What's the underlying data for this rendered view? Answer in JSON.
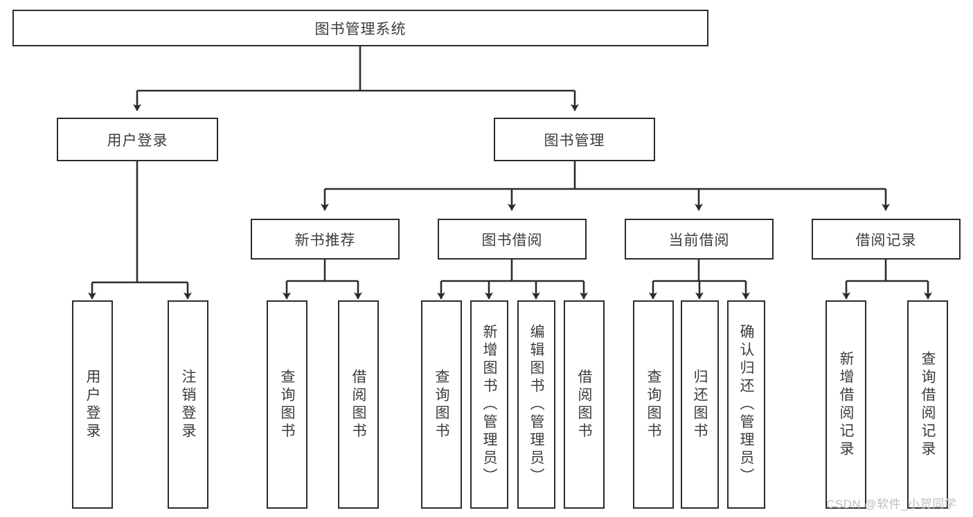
{
  "diagram": {
    "type": "tree-hierarchy",
    "title": "图书管理系统",
    "watermark": "CSDN @软件_小贺同学",
    "colors": {
      "box_border": "#2b2b2b",
      "box_fill": "#ffffff",
      "connector": "#2b2b2b",
      "text": "#3c3c3c",
      "watermark": "#bdbdbd"
    },
    "nodes": {
      "root": {
        "label": "图书管理系统",
        "level": 0,
        "orientation": "horizontal"
      },
      "user_login": {
        "label": "用户登录",
        "level": 1,
        "orientation": "horizontal"
      },
      "book_manage": {
        "label": "图书管理",
        "level": 1,
        "orientation": "horizontal"
      },
      "new_book_rec": {
        "label": "新书推荐",
        "level": 2,
        "orientation": "horizontal"
      },
      "book_borrow": {
        "label": "图书借阅",
        "level": 2,
        "orientation": "horizontal"
      },
      "current_borrow": {
        "label": "当前借阅",
        "level": 2,
        "orientation": "horizontal"
      },
      "borrow_record": {
        "label": "借阅记录",
        "level": 2,
        "orientation": "horizontal"
      },
      "leaf_user_login": {
        "label": "用户登录",
        "level": 2,
        "orientation": "vertical"
      },
      "leaf_logout": {
        "label": "注销登录",
        "level": 2,
        "orientation": "vertical"
      },
      "leaf_query_book_1": {
        "label": "查询图书",
        "level": 3,
        "orientation": "vertical"
      },
      "leaf_borrow_book_1": {
        "label": "借阅图书",
        "level": 3,
        "orientation": "vertical"
      },
      "leaf_query_book_2": {
        "label": "查询图书",
        "level": 3,
        "orientation": "vertical"
      },
      "leaf_add_book": {
        "label": "新增图书（管理员）",
        "level": 3,
        "orientation": "vertical"
      },
      "leaf_edit_book": {
        "label": "编辑图书（管理员）",
        "level": 3,
        "orientation": "vertical"
      },
      "leaf_borrow_book_2": {
        "label": "借阅图书",
        "level": 3,
        "orientation": "vertical"
      },
      "leaf_query_book_3": {
        "label": "查询图书",
        "level": 3,
        "orientation": "vertical"
      },
      "leaf_return_book": {
        "label": "归还图书",
        "level": 3,
        "orientation": "vertical"
      },
      "leaf_confirm_return": {
        "label": "确认归还（管理员）",
        "level": 3,
        "orientation": "vertical"
      },
      "leaf_add_record": {
        "label": "新增借阅记录",
        "level": 3,
        "orientation": "vertical"
      },
      "leaf_query_record": {
        "label": "查询借阅记录",
        "level": 3,
        "orientation": "vertical"
      }
    },
    "edges": [
      {
        "from": "root",
        "to": "user_login"
      },
      {
        "from": "root",
        "to": "book_manage"
      },
      {
        "from": "user_login",
        "to": "leaf_user_login"
      },
      {
        "from": "user_login",
        "to": "leaf_logout"
      },
      {
        "from": "book_manage",
        "to": "new_book_rec"
      },
      {
        "from": "book_manage",
        "to": "book_borrow"
      },
      {
        "from": "book_manage",
        "to": "current_borrow"
      },
      {
        "from": "book_manage",
        "to": "borrow_record"
      },
      {
        "from": "new_book_rec",
        "to": "leaf_query_book_1"
      },
      {
        "from": "new_book_rec",
        "to": "leaf_borrow_book_1"
      },
      {
        "from": "book_borrow",
        "to": "leaf_query_book_2"
      },
      {
        "from": "book_borrow",
        "to": "leaf_add_book"
      },
      {
        "from": "book_borrow",
        "to": "leaf_edit_book"
      },
      {
        "from": "book_borrow",
        "to": "leaf_borrow_book_2"
      },
      {
        "from": "current_borrow",
        "to": "leaf_query_book_3"
      },
      {
        "from": "current_borrow",
        "to": "leaf_return_book"
      },
      {
        "from": "current_borrow",
        "to": "leaf_confirm_return"
      },
      {
        "from": "borrow_record",
        "to": "leaf_add_record"
      },
      {
        "from": "borrow_record",
        "to": "leaf_query_record"
      }
    ]
  }
}
